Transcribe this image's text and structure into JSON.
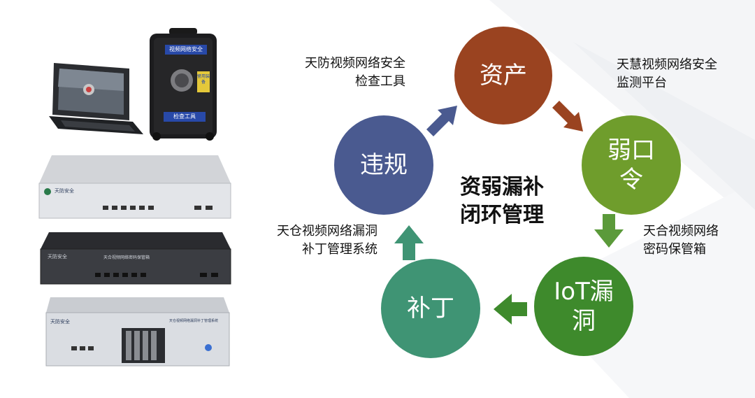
{
  "center_title": [
    "资弱漏补",
    "闭环管理"
  ],
  "nodes": {
    "asset": "资产",
    "weak_password": [
      "弱口",
      "令"
    ],
    "iot_vuln": [
      "IoT漏",
      "洞"
    ],
    "patch": "补丁",
    "violation": "违规"
  },
  "labels": {
    "tianfang": [
      "天防视频网络安全",
      "检查工具"
    ],
    "tianhui": [
      "天慧视频网络安全",
      "监测平台"
    ],
    "tianhe": [
      "天合视频网络",
      "密码保管箱"
    ],
    "tiancang": [
      "天仓视频网络漏洞",
      "补丁管理系统"
    ]
  },
  "devices": {
    "case_label": "视频网络安全",
    "case_bottom": "检查工具",
    "case_badge": "警用装备",
    "brand": "天防安全",
    "unit2_label": "天合视频网络密码保管箱",
    "unit3_label": "天仓视频网络漏洞补丁管理系统"
  },
  "colors": {
    "asset": "#9a4320",
    "weak_password": "#6f9d2c",
    "iot_vuln": "#3e8a2c",
    "patch": "#3f9474",
    "violation": "#4a5a90"
  }
}
